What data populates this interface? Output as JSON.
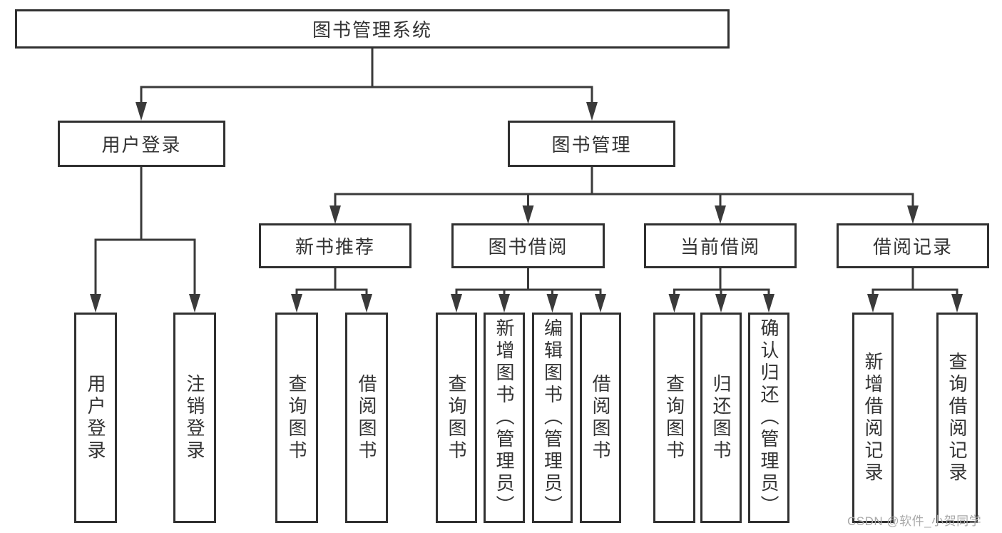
{
  "diagram": {
    "root": {
      "label": "图书管理系统"
    },
    "level2": {
      "user_login": {
        "label": "用户登录"
      },
      "book_management": {
        "label": "图书管理"
      }
    },
    "level3": {
      "new_book_recommend": {
        "label": "新书推荐"
      },
      "book_borrowing": {
        "label": "图书借阅"
      },
      "current_borrowing": {
        "label": "当前借阅"
      },
      "borrowing_records": {
        "label": "借阅记录"
      }
    },
    "leaves": {
      "user_login": [
        "用户登录",
        "注销登录"
      ],
      "new_book_recommend": [
        "查询图书",
        "借阅图书"
      ],
      "book_borrowing": [
        "查询图书",
        "新增图书（管理员）",
        "编辑图书（管理员）",
        "借阅图书"
      ],
      "current_borrowing": [
        "查询图书",
        "归还图书",
        "确认归还（管理员）"
      ],
      "borrowing_records": [
        "新增借阅记录",
        "查询借阅记录"
      ]
    }
  },
  "watermark": "CSDN @软件_小贺同学",
  "colors": {
    "line": "#3a3a3a",
    "border": "#303030",
    "text": "#333333",
    "watermark_text": "#a9a9a9",
    "background": "#ffffff"
  }
}
